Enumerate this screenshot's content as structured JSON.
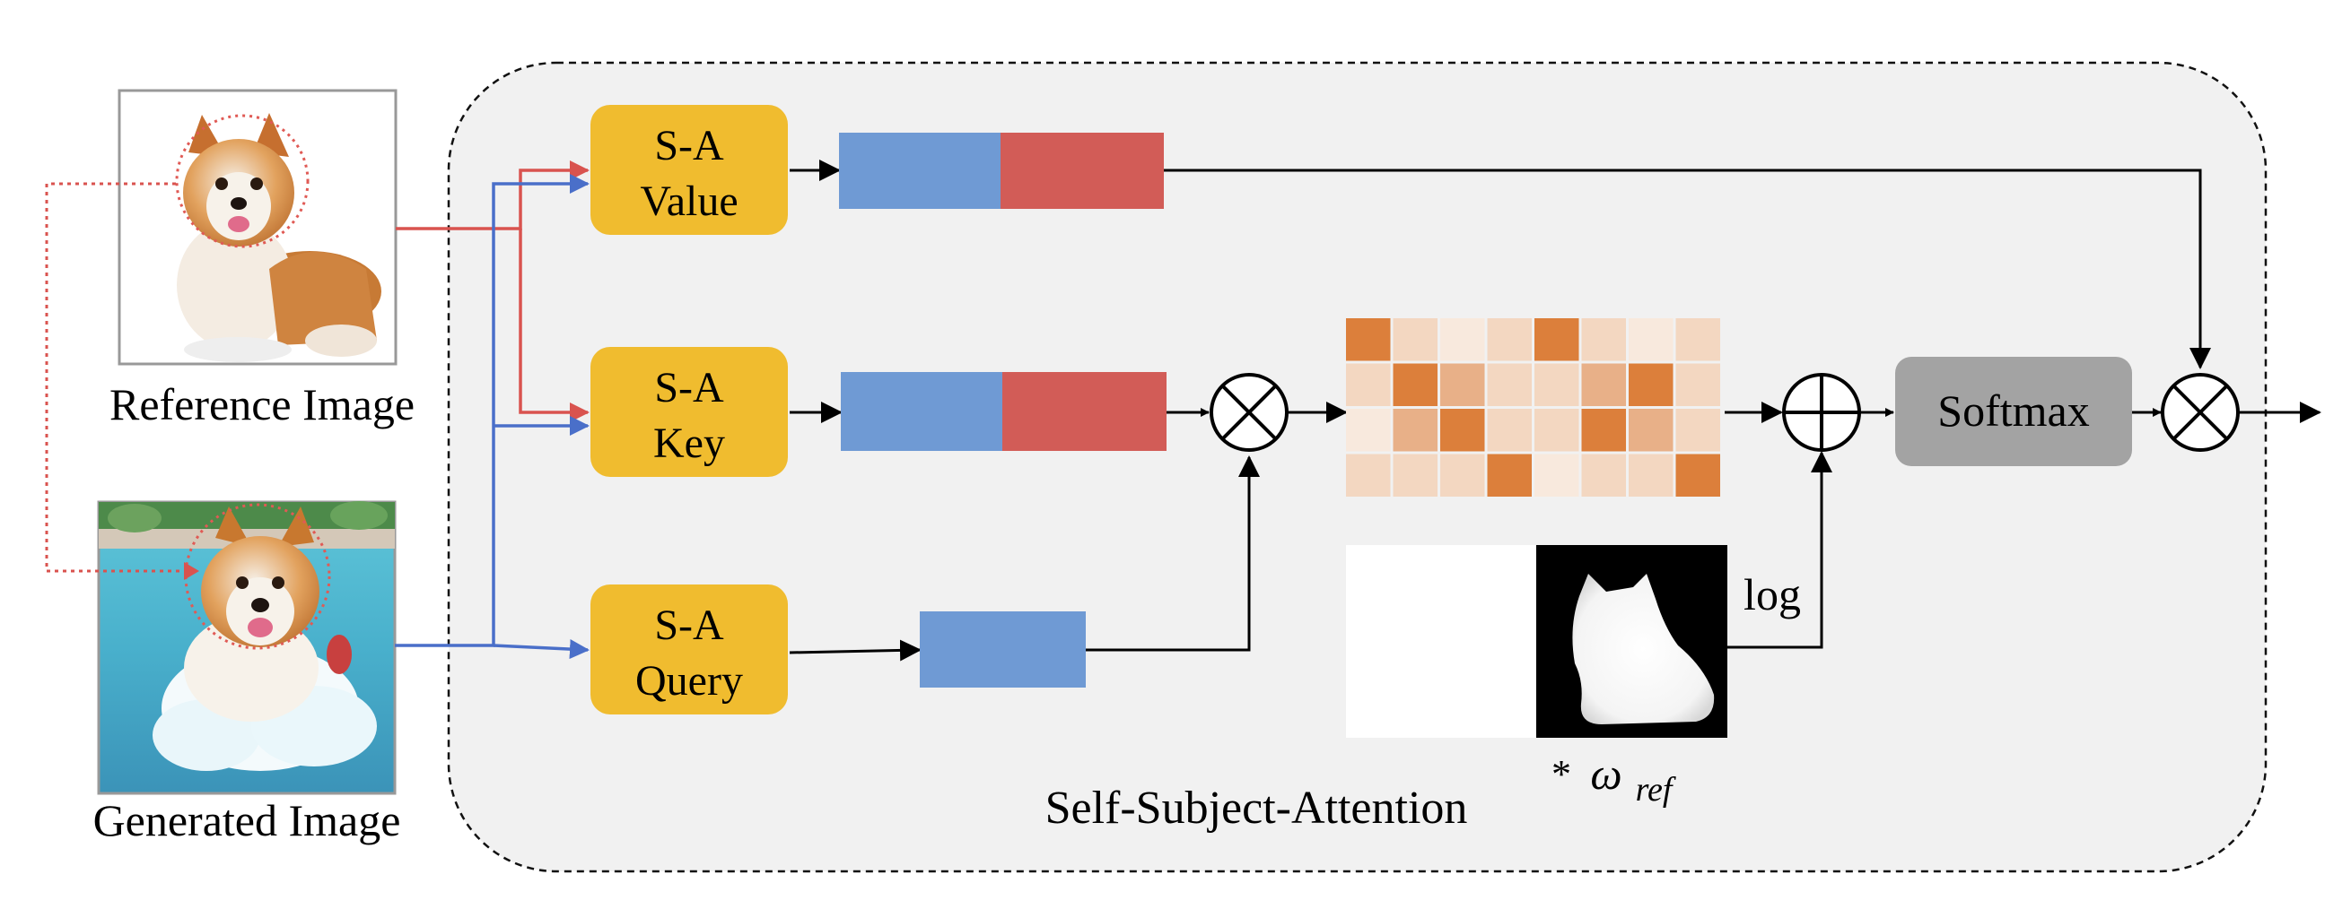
{
  "labels": {
    "reference_image": "Reference Image",
    "generated_image": "Generated Image",
    "module_title": "Self-Subject-Attention",
    "log": "log",
    "weight_star": "*",
    "weight_symbol": "ω",
    "weight_subscript": "ref"
  },
  "blocks": {
    "value": [
      "S-A",
      "Value"
    ],
    "key": [
      "S-A",
      "Key"
    ],
    "query": [
      "S-A",
      "Query"
    ],
    "softmax": "Softmax"
  },
  "colors": {
    "module_bg": "#f1f1f1",
    "block_yellow": "#f0bc2f",
    "feature_blue": "#6f9ad4",
    "feature_red": "#d25c57",
    "softmax_gray": "#a3a3a3",
    "reference_arrow": "#d9534f",
    "generated_arrow": "#4a6fc9",
    "attention_dark": "#dc7f3b",
    "attention_mid": "#e8b088",
    "attention_light": "#f3d7c1",
    "attention_pale": "#f8e9dd"
  },
  "attention_map": {
    "levels": [
      [
        3,
        1,
        0,
        1,
        3,
        1,
        0,
        1
      ],
      [
        1,
        3,
        2,
        1,
        1,
        2,
        3,
        1
      ],
      [
        0,
        2,
        3,
        1,
        1,
        3,
        2,
        1
      ],
      [
        1,
        1,
        1,
        3,
        0,
        1,
        1,
        3
      ]
    ]
  },
  "icons": [
    "multiply-icon",
    "add-icon",
    "multiply-icon",
    "dog-reference-image",
    "dog-generated-image",
    "subject-mask-image"
  ]
}
